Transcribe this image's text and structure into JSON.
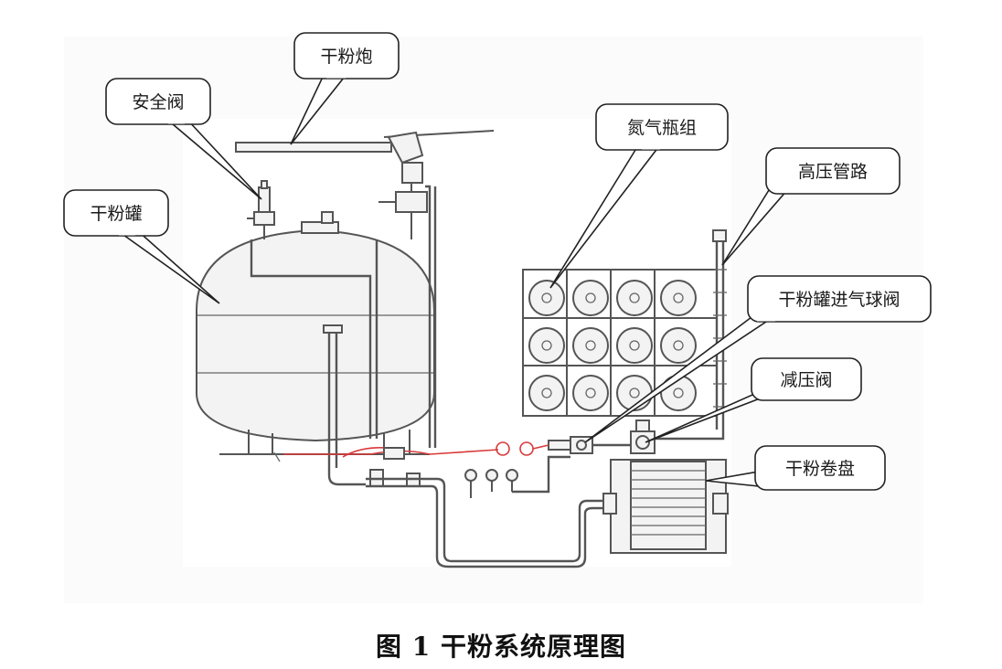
{
  "labels": {
    "cannon": "干粉炮",
    "safety_valve": "安全阀",
    "tank": "干粉罐",
    "nitrogen_bottles": "氮气瓶组",
    "hp_pipeline": "高压管路",
    "ball_valve": "干粉罐进气球阀",
    "reducing_valve": "减压阀",
    "hose_reel": "干粉卷盘"
  },
  "caption": "图 1  干粉系统原理图"
}
